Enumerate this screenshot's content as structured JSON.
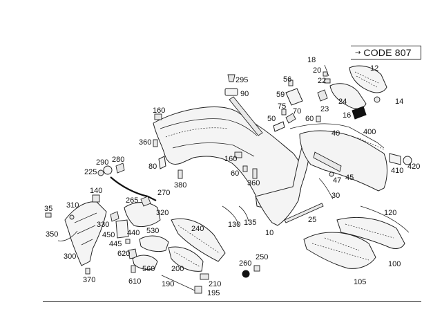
{
  "code_box": {
    "text": "CODE 807",
    "arrow": "icon-arrow-right"
  },
  "labels": [
    {
      "id": "10",
      "text": "10"
    },
    {
      "id": "12",
      "text": "12"
    },
    {
      "id": "14",
      "text": "14"
    },
    {
      "id": "16",
      "text": "16"
    },
    {
      "id": "18",
      "text": "18"
    },
    {
      "id": "20",
      "text": "20"
    },
    {
      "id": "22",
      "text": "22"
    },
    {
      "id": "23",
      "text": "23"
    },
    {
      "id": "24",
      "text": "24"
    },
    {
      "id": "25",
      "text": "25"
    },
    {
      "id": "30",
      "text": "30"
    },
    {
      "id": "35",
      "text": "35"
    },
    {
      "id": "40",
      "text": "40"
    },
    {
      "id": "45",
      "text": "45"
    },
    {
      "id": "47",
      "text": "47"
    },
    {
      "id": "50",
      "text": "50"
    },
    {
      "id": "56",
      "text": "56"
    },
    {
      "id": "59",
      "text": "59"
    },
    {
      "id": "60a",
      "text": "60"
    },
    {
      "id": "60b",
      "text": "60"
    },
    {
      "id": "70",
      "text": "70"
    },
    {
      "id": "75",
      "text": "75"
    },
    {
      "id": "80",
      "text": "80"
    },
    {
      "id": "90",
      "text": "90"
    },
    {
      "id": "100",
      "text": "100"
    },
    {
      "id": "105",
      "text": "105"
    },
    {
      "id": "120",
      "text": "120"
    },
    {
      "id": "130",
      "text": "130"
    },
    {
      "id": "135",
      "text": "135"
    },
    {
      "id": "140",
      "text": "140"
    },
    {
      "id": "160a",
      "text": "160"
    },
    {
      "id": "160b",
      "text": "160"
    },
    {
      "id": "190",
      "text": "190"
    },
    {
      "id": "195",
      "text": "195"
    },
    {
      "id": "200",
      "text": "200"
    },
    {
      "id": "210",
      "text": "210"
    },
    {
      "id": "225",
      "text": "225"
    },
    {
      "id": "240",
      "text": "240"
    },
    {
      "id": "250",
      "text": "250"
    },
    {
      "id": "260",
      "text": "260"
    },
    {
      "id": "265",
      "text": "265"
    },
    {
      "id": "270",
      "text": "270"
    },
    {
      "id": "280",
      "text": "280"
    },
    {
      "id": "290",
      "text": "290"
    },
    {
      "id": "295",
      "text": "295"
    },
    {
      "id": "300",
      "text": "300"
    },
    {
      "id": "310",
      "text": "310"
    },
    {
      "id": "320",
      "text": "320"
    },
    {
      "id": "330",
      "text": "330"
    },
    {
      "id": "350",
      "text": "350"
    },
    {
      "id": "360a",
      "text": "360"
    },
    {
      "id": "360b",
      "text": "360"
    },
    {
      "id": "370",
      "text": "370"
    },
    {
      "id": "380",
      "text": "380"
    },
    {
      "id": "400",
      "text": "400"
    },
    {
      "id": "410",
      "text": "410"
    },
    {
      "id": "420",
      "text": "420"
    },
    {
      "id": "440",
      "text": "440"
    },
    {
      "id": "445",
      "text": "445"
    },
    {
      "id": "450",
      "text": "450"
    },
    {
      "id": "530",
      "text": "530"
    },
    {
      "id": "560",
      "text": "560"
    },
    {
      "id": "610",
      "text": "610"
    },
    {
      "id": "620",
      "text": "620"
    }
  ]
}
